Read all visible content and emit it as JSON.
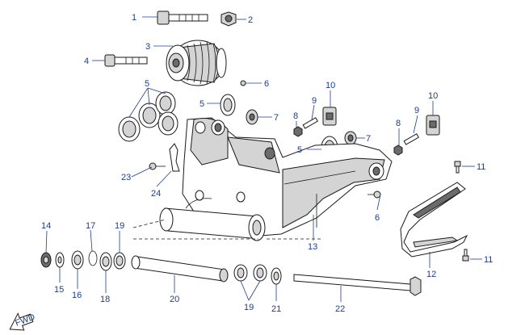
{
  "diagram": {
    "labels": [
      "1",
      "2",
      "3",
      "4",
      "5",
      "6",
      "7",
      "8",
      "9",
      "10",
      "11",
      "12",
      "13",
      "14",
      "15",
      "16",
      "17",
      "18",
      "19",
      "20",
      "21",
      "22",
      "23",
      "24",
      "5",
      "5",
      "6",
      "7",
      "8",
      "9",
      "10",
      "11",
      "19"
    ],
    "fwd_label": "FWD"
  }
}
